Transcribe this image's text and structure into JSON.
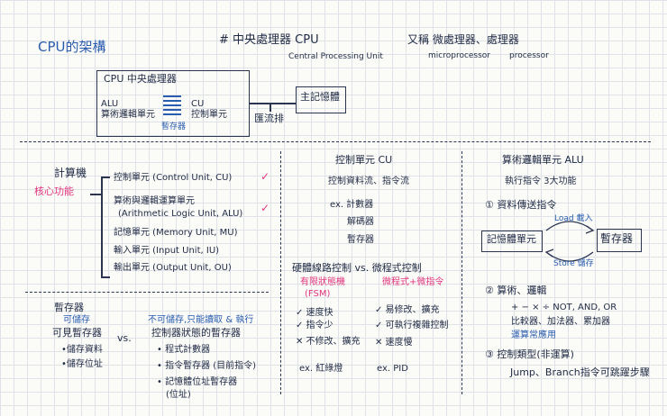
{
  "title": "CPU的架構",
  "header": {
    "hashtag": "# 中央處理器 CPU",
    "english": "Central Processing Unit",
    "alias_label": "又稱 微處理器、處理器",
    "alias_micro": "microprocessor",
    "alias_proc": "processor"
  },
  "diagram": {
    "cpu_label": "CPU 中央處理器",
    "alu_label": "ALU",
    "alu_cn": "算術邏輯單元",
    "cu_label": "CU",
    "cu_cn": "控制單元",
    "register_label": "暫存器",
    "bus_label": "匯流排",
    "memory_label": "主記憶體"
  },
  "components": {
    "title": "計算機",
    "subtitle": "核心功能",
    "items": [
      "控制單元 (Control Unit, CU)",
      "算術與邏輯運算單元",
      "(Arithmetic Logic Unit, ALU)",
      "記憶單元 (Memory Unit, MU)",
      "輸入單元 (Input Unit, IU)",
      "輸出單元 (Output Unit, OU)"
    ],
    "check": "✓"
  },
  "control_unit": {
    "title": "控制單元 CU",
    "subtitle": "控制資料流、指令流",
    "example": "ex. 計數器",
    "items": [
      "解碼器",
      "暫存器"
    ],
    "compare_title": "硬體線路控制 vs. 微程式控制",
    "left_head": "有限狀態機",
    "left_head_en": "(FSM)",
    "right_head": "微程式+微指令",
    "left_points": [
      "✓ 速度快",
      "✓ 指令少",
      "✕ 不修改、擴充"
    ],
    "right_points": [
      "✓ 易修改、擴充",
      "✓ 可執行複雜控制",
      "✕ 速度慢"
    ],
    "left_example": "ex. 紅綠燈",
    "right_example": "ex. PID"
  },
  "registers": {
    "title": "暫存器",
    "visible_tag": "可儲存",
    "visible": "可見暫存器",
    "visible_items": [
      "•儲存資料",
      "•儲存位址"
    ],
    "vs": "vs.",
    "hidden_tag": "不可儲存,只能讀取 & 執行",
    "hidden": "控制器狀態的暫存器",
    "hidden_items": [
      "• 程式計數器",
      "• 指令暫存器 (目前指令)",
      "• 記憶體位址暫存器",
      "(位址)"
    ]
  },
  "alu": {
    "title": "算術邏輯單元 ALU",
    "subtitle": "執行指令 3大功能",
    "f1": "① 資料傳送指令",
    "memory": "記憶體單元",
    "register": "暫存器",
    "load": "Load 載入",
    "store": "Store 儲存",
    "f2": "② 算術、邏輯",
    "ops": "+ − × ÷   NOT, AND, OR",
    "ops2": "比較器、加法器、累加器",
    "ops3": "運算常應用",
    "f3": "③ 控制類型(非運算)",
    "jump": "Jump、Branch指令可跳躍步驟"
  }
}
